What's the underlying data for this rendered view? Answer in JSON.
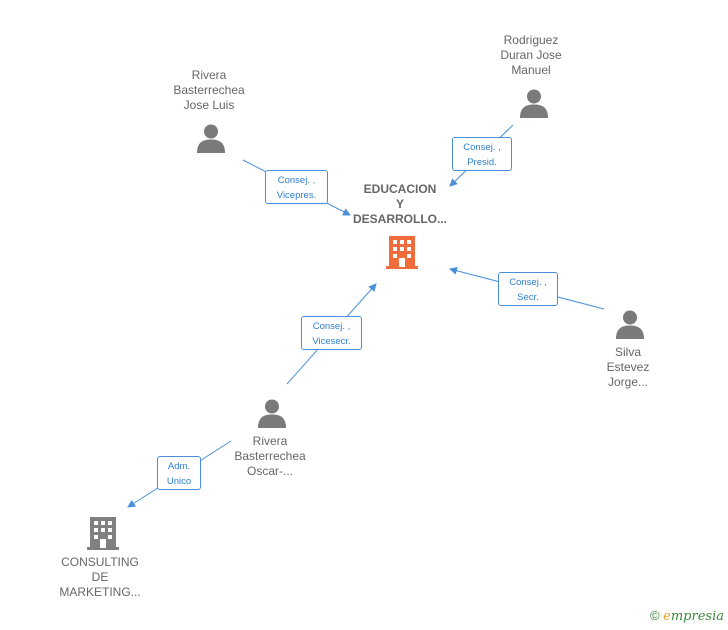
{
  "nodes": {
    "company_main": {
      "label": "EDUCACION\nY\nDESARROLLO..."
    },
    "company_consulting": {
      "label": "CONSULTING\nDE\nMARKETING..."
    },
    "person_rivera_jose": {
      "label": "Rivera\nBasterrechea\nJose Luis"
    },
    "person_rodriguez": {
      "label": "Rodriguez\nDuran Jose\nManuel"
    },
    "person_silva": {
      "label": "Silva\nEstevez\nJorge..."
    },
    "person_rivera_oscar": {
      "label": "Rivera\nBasterrechea\nOscar-..."
    }
  },
  "relations": {
    "rivera_jose": {
      "line1": "Consej. ,",
      "line2": "Vicepres."
    },
    "rodriguez": {
      "line1": "Consej. ,",
      "line2": "Presid."
    },
    "silva": {
      "line1": "Consej. ,",
      "line2": "Secr."
    },
    "rivera_oscar": {
      "line1": "Consej. ,",
      "line2": "Vicesecr."
    },
    "consulting": {
      "line1": "Adm.",
      "line2": "Unico"
    }
  },
  "footer": {
    "copyright": "©",
    "brand_e": "e",
    "brand_rest": "mpresia"
  },
  "colors": {
    "main_company": "#f26b3a",
    "other_company": "#808080",
    "person": "#7a7a7a",
    "edge": "#4a90d9"
  }
}
